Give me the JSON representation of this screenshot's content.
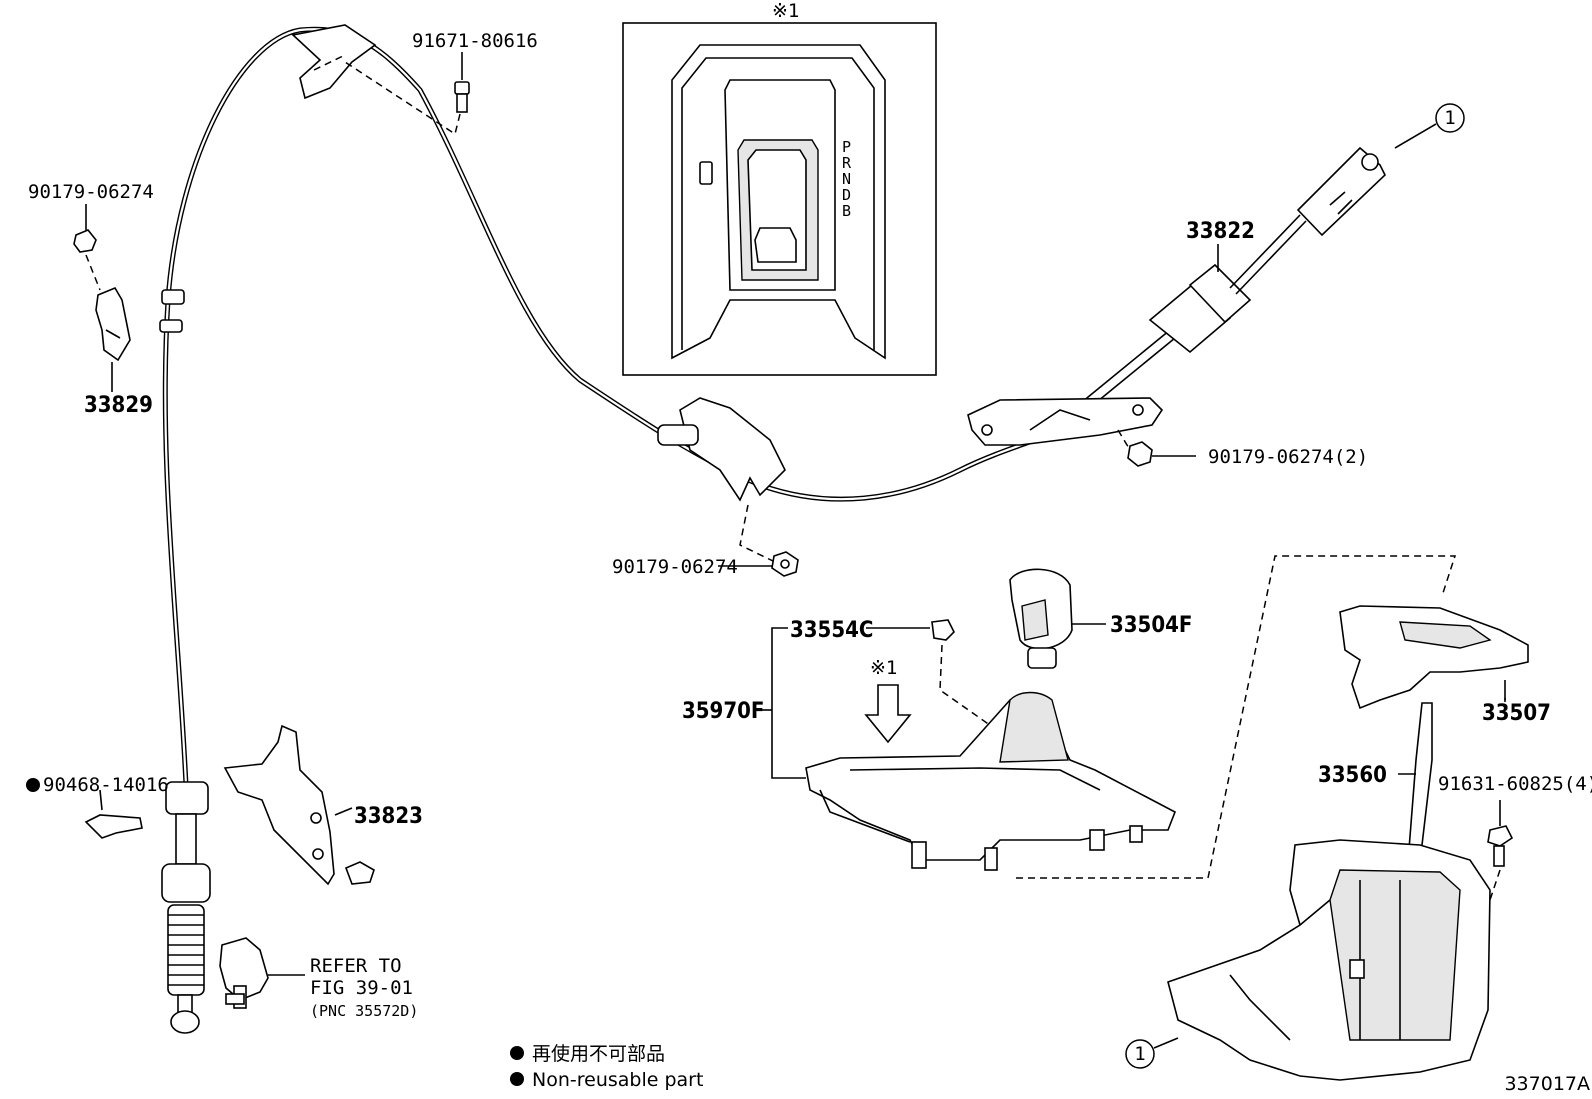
{
  "labels": {
    "p91671": "91671-80616",
    "p90179_a": "90179-06274",
    "p33829": "33829",
    "p33822": "33822",
    "p90179_b": "90179-06274(2)",
    "p90179_c": "90179-06274",
    "p33554c": "33554C",
    "p33504f": "33504F",
    "p35970f": "35970F",
    "p33507": "33507",
    "p33560": "33560",
    "p91631": "91631-60825(4)",
    "p90468": "90468-14016",
    "p33823": "33823",
    "refer_line1": "REFER TO",
    "refer_line2": "FIG 39-01",
    "refer_line3": "(PNC 35572D)"
  },
  "callouts": {
    "note_top": "※1",
    "note_arrow": "※1",
    "circle_top": "1",
    "circle_bottom": "1"
  },
  "gate_letters": [
    "P",
    "R",
    "N",
    "D",
    "B"
  ],
  "legend": {
    "jp": "再使用不可部品",
    "en": "Non-reusable part",
    "bullet_symbol": "●"
  },
  "figure_id": "337017A"
}
